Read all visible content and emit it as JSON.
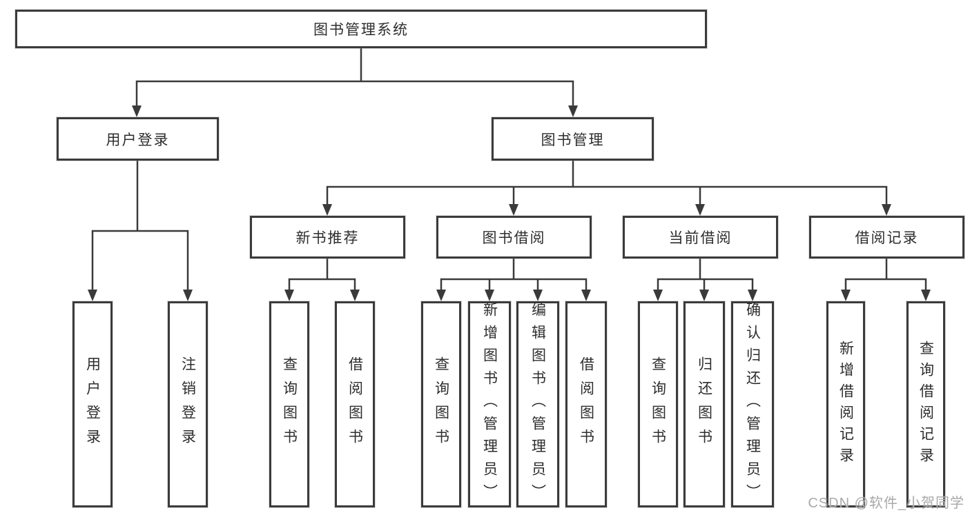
{
  "diagram": {
    "root": {
      "label": "图书管理系统"
    },
    "level2": [
      {
        "label": "用户登录"
      },
      {
        "label": "图书管理"
      }
    ],
    "level3": [
      {
        "label": "新书推荐",
        "parent": "图书管理"
      },
      {
        "label": "图书借阅",
        "parent": "图书管理"
      },
      {
        "label": "当前借阅",
        "parent": "图书管理"
      },
      {
        "label": "借阅记录",
        "parent": "图书管理"
      }
    ],
    "leaves": [
      {
        "label": "用户登录",
        "parent": "用户登录"
      },
      {
        "label": "注销登录",
        "parent": "用户登录"
      },
      {
        "label": "查询图书",
        "parent": "新书推荐"
      },
      {
        "label": "借阅图书",
        "parent": "新书推荐"
      },
      {
        "label": "查询图书",
        "parent": "图书借阅"
      },
      {
        "label": "新增图书（管理员）",
        "parent": "图书借阅"
      },
      {
        "label": "编辑图书（管理员）",
        "parent": "图书借阅"
      },
      {
        "label": "借阅图书",
        "parent": "图书借阅"
      },
      {
        "label": "查询图书",
        "parent": "当前借阅"
      },
      {
        "label": "归还图书",
        "parent": "当前借阅"
      },
      {
        "label": "确认归还（管理员）",
        "parent": "当前借阅"
      },
      {
        "label": "新增借阅记录",
        "parent": "借阅记录"
      },
      {
        "label": "查询借阅记录",
        "parent": "借阅记录"
      }
    ],
    "colors": {
      "line": "#3a3a3a",
      "box_border": "#3b3b3b",
      "text": "#2d2d2d",
      "watermark": "#a9a9a9"
    },
    "watermark": "CSDN @软件_小贺同学"
  }
}
